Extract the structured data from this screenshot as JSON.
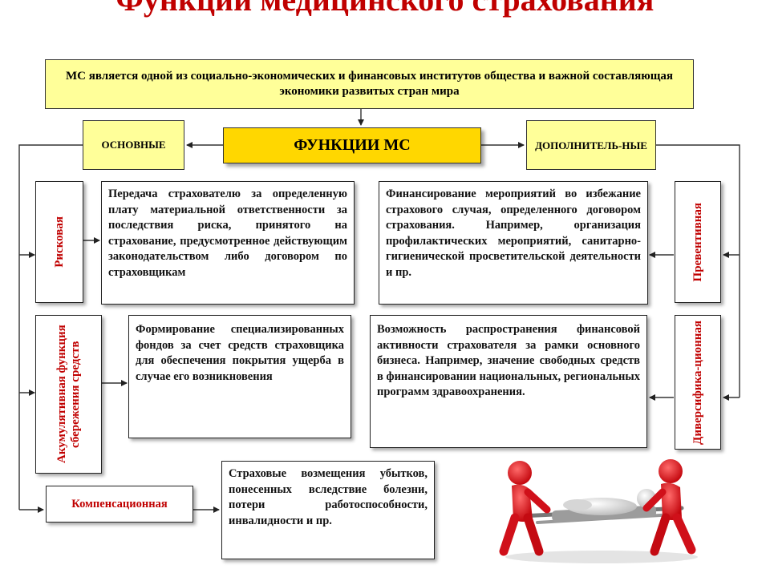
{
  "title": "Функции медицинского страхования",
  "header": "МС является одной из социально-экономических и финансовых институтов  общества и важной составляющая экономики развитых стран мира",
  "center": "ФУНКЦИИ МС",
  "main_group": "ОСНОВНЫЕ",
  "extra_group": "ДОПОЛНИТЕЛЬ-НЫЕ",
  "left_functions": [
    {
      "name": "Рисковая",
      "desc": "Передача страхователю за определенную плату материальной ответственности за последствия риска, принятого на страхование, предусмотренное действующим законодательством либо договором по страховщикам"
    },
    {
      "name": "Акумулятивная функция сбережения средств",
      "desc": "Формирование специализированных фондов за счет средств страховщика для обеспечения покрытия ущерба в случае его возникновения"
    },
    {
      "name": "Компенсационная",
      "desc": "Страховые возмещения убытков, понесенных вследствие болезни, потери работоспособности, инвалидности и пр."
    }
  ],
  "right_functions": [
    {
      "name": "Превентивная",
      "desc": "Финансирование мероприятий во избежание страхового случая, определенного договором страхования. Например, организация профилактических мероприятий, санитарно-гигиенической просветительской деятельности и пр."
    },
    {
      "name": "Диверсифика-ционная",
      "desc": "Возможность распространения финансовой активности страхователя за рамки основного бизнеса. Например, значение свободных средств в финансировании национальных, региональных программ здравоохранения."
    }
  ],
  "colors": {
    "title": "#c00000",
    "yellow": "#ffff99",
    "gold": "#ffd700",
    "label_text": "#c00000",
    "figure_red": "#e0141b"
  },
  "icons": [
    "two-figures-carrying-stretcher-illustration"
  ]
}
